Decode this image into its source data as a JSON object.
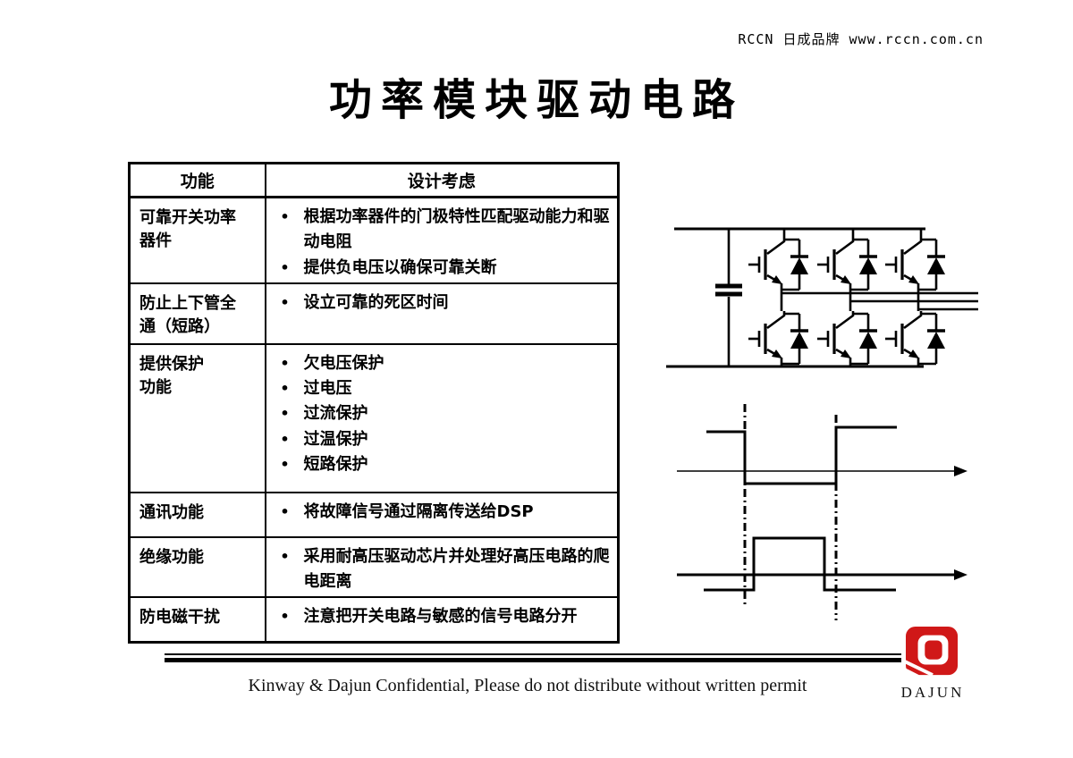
{
  "slide": {
    "brand_line": "RCCN 日成品牌 www.rccn.com.cn",
    "title": "功率模块驱动电路",
    "footer": {
      "confidential": "Kinway & Dajun Confidential, Please do not distribute without written permit",
      "logo_text": "DAJUN"
    }
  },
  "table": {
    "bullet": "•",
    "headers": [
      "功能",
      "设计考虑"
    ],
    "rows": [
      {
        "function": "可靠开关功率\n器件",
        "considerations": [
          "根据功率器件的门极特性匹配驱动能力和驱动电阻",
          "提供负电压以确保可靠关断"
        ]
      },
      {
        "function": "防止上下管全\n通（短路）",
        "considerations": [
          "设立可靠的死区时间"
        ]
      },
      {
        "function": "提供保护\n功能",
        "considerations": [
          "欠电压保护",
          "过电压",
          "过流保护",
          "过温保护",
          "短路保护"
        ]
      },
      {
        "function": "通讯功能",
        "considerations": [
          "将故障信号通过隔离传送给DSP"
        ]
      },
      {
        "function": "绝缘功能",
        "considerations": [
          "采用耐高压驱动芯片并处理好高压电路的爬电距离"
        ]
      },
      {
        "function": "防电磁干扰",
        "considerations": [
          "注意把开关电路与敏感的信号电路分开"
        ]
      }
    ]
  },
  "figures": {
    "inverter": "three-phase-igbt-inverter-bridge-with-dc-link-capacitor",
    "waveforms": "complementary-gate-signals-with-dead-time"
  },
  "colors": {
    "ink": "#000000",
    "logo_red": "#d01818"
  }
}
